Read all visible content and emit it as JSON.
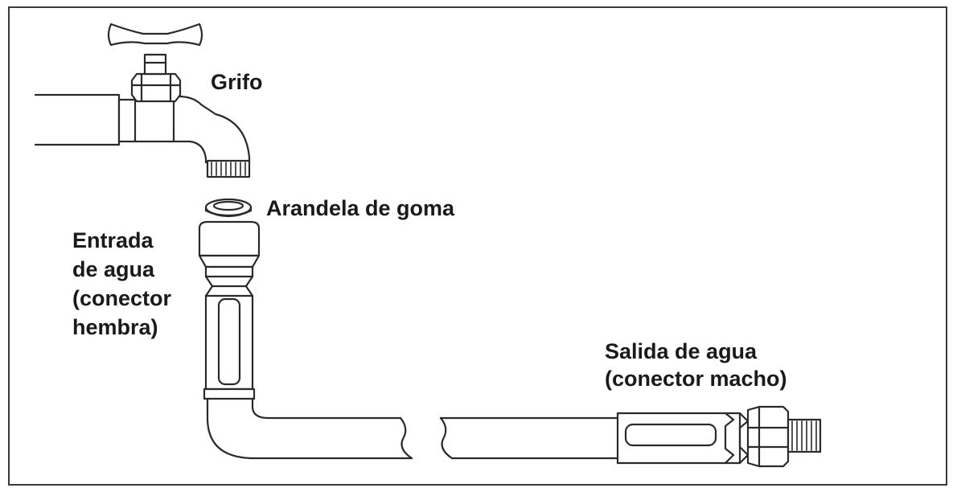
{
  "labels": {
    "grifo": "Grifo",
    "arandela": "Arandela de goma",
    "entrada": [
      "Entrada",
      "de agua",
      "(conector",
      "hembra)"
    ],
    "salida": [
      "Salida de agua",
      "(conector macho)"
    ]
  },
  "colors": {
    "stroke": "#2a2a2a",
    "fill": "#ffffff",
    "border": "#3a3a3a",
    "text": "#1a1a1a"
  },
  "icons": {
    "faucet": "faucet-icon",
    "washer": "rubber-washer-icon",
    "hose": "hose-icon"
  }
}
